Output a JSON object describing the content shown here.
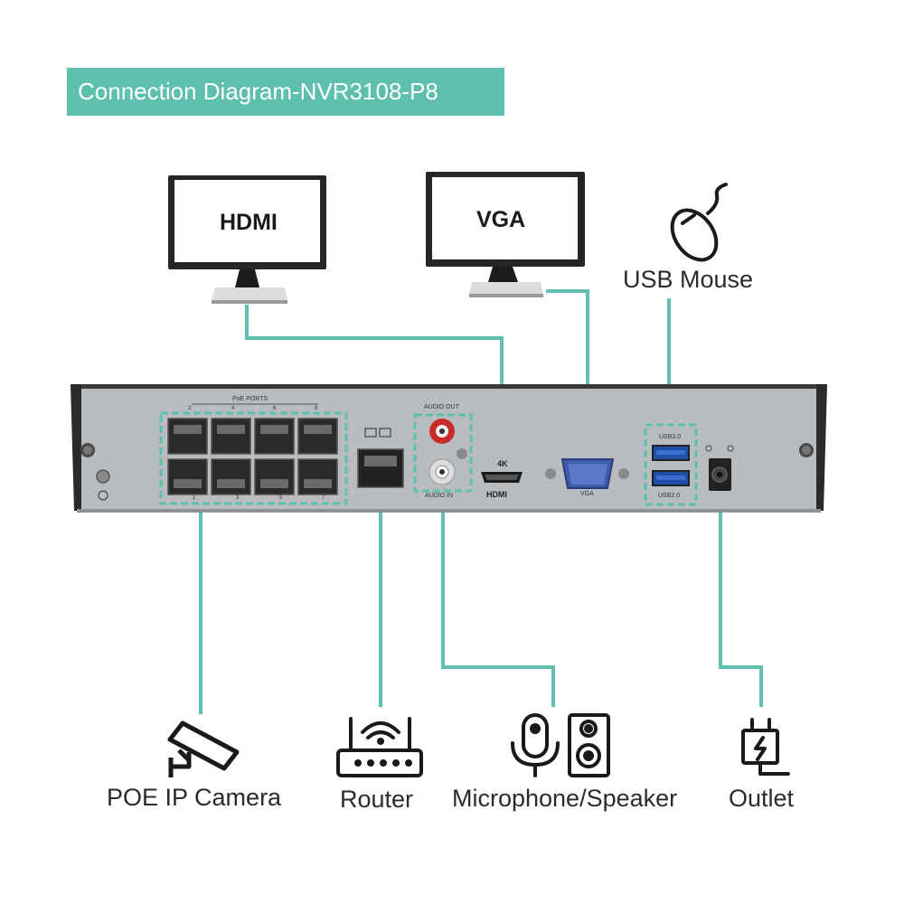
{
  "title": "Connection Diagram-NVR3108-P8",
  "monitors": [
    {
      "label": "HDMI"
    },
    {
      "label": "VGA"
    }
  ],
  "devices": {
    "usb_mouse": "USB Mouse",
    "poe_camera": "POE IP Camera",
    "router": "Router",
    "mic_speaker": "Microphone/Speaker",
    "outlet": "Outlet"
  },
  "nvr_labels": {
    "poe_ports": "PoE PORTS",
    "audio_out": "AUDIO OUT",
    "audio_in": "AUDIO IN",
    "hdmi_4k": "4K",
    "hdmi_logo": "HDMI",
    "vga": "VGA",
    "usb3": "USB3.0",
    "usb2": "USB2.0",
    "port_numbers_top": [
      "2",
      "4",
      "6",
      "8"
    ],
    "port_numbers_bottom": [
      "1",
      "3",
      "5",
      "7"
    ]
  },
  "colors": {
    "accent": "#5dbfae",
    "device_body": "#b6b9bb",
    "device_dark": "#222222",
    "text": "#2b2b2b"
  },
  "icons": [
    "mouse-icon",
    "camera-icon",
    "router-icon",
    "microphone-icon",
    "speaker-icon",
    "outlet-icon"
  ]
}
